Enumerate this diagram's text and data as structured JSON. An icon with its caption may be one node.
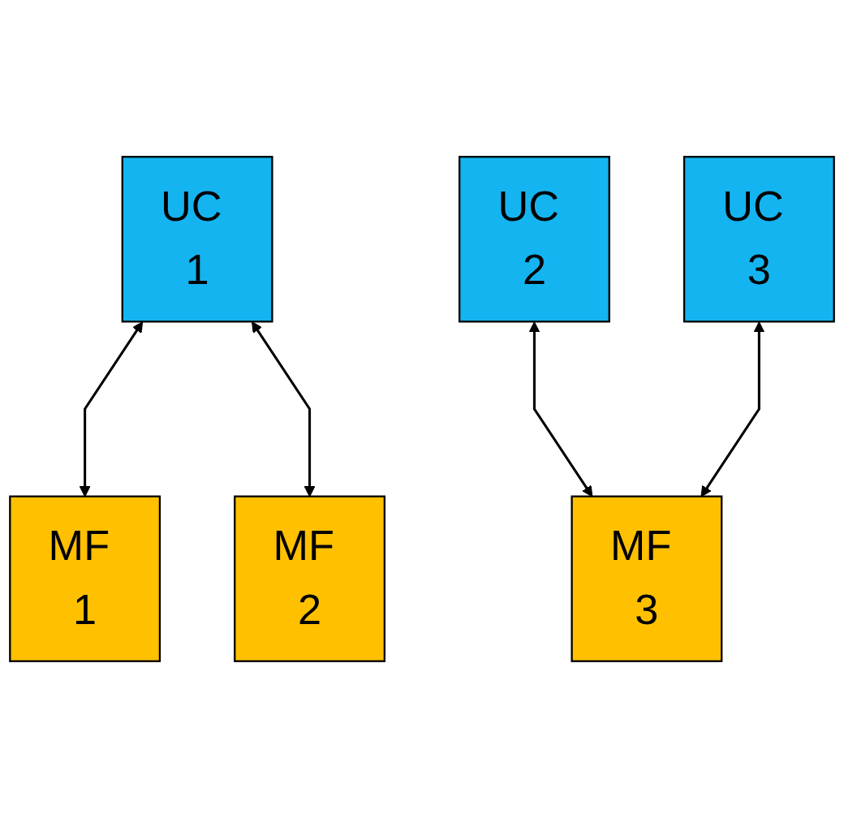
{
  "diagram": {
    "nodes": [
      {
        "text": [
          "UC 1"
        ]
      },
      {
        "text": [
          "UC 2"
        ]
      },
      {
        "text": [
          "UC 3"
        ]
      },
      {
        "text": [
          "MF 1"
        ]
      },
      {
        "text": [
          "MF 2"
        ]
      },
      {
        "text": [
          "MF 3"
        ]
      }
    ],
    "edges": [
      {
        "from": 0,
        "to": 3,
        "arrow": "both"
      },
      {
        "from": 0,
        "to": 4,
        "arrow": "both"
      },
      {
        "from": 1,
        "to": 5,
        "arrow": "both"
      },
      {
        "from": 2,
        "to": 5,
        "arrow": "both"
      }
    ]
  }
}
